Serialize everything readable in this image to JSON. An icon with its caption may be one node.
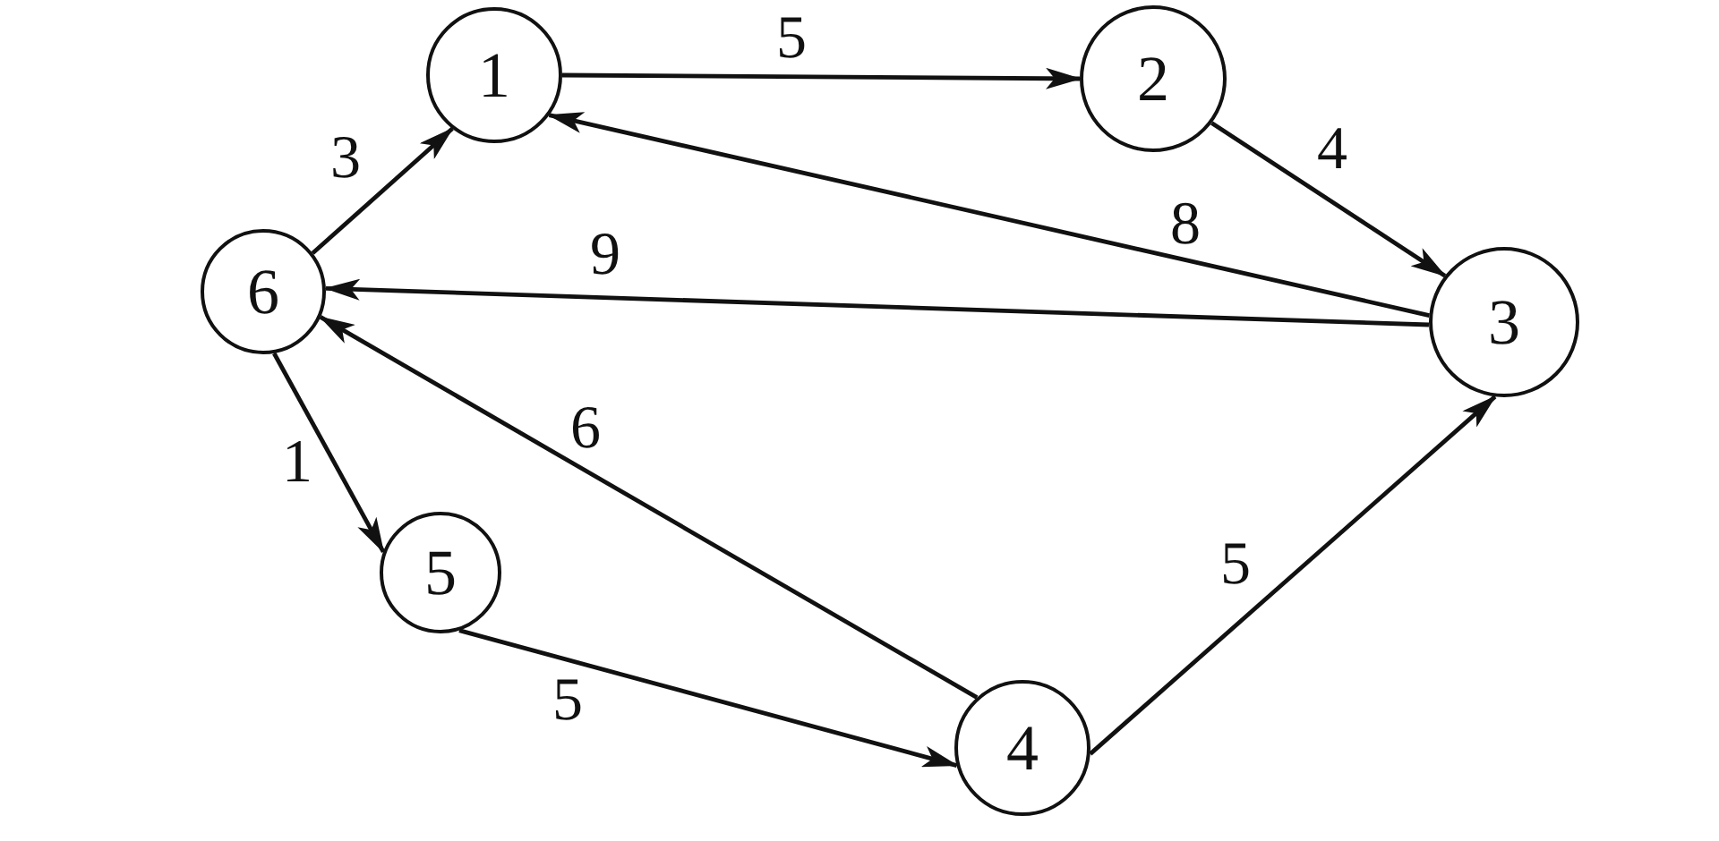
{
  "diagram": {
    "nodes": [
      {
        "text": [
          "1"
        ]
      },
      {
        "text": [
          "2"
        ]
      },
      {
        "text": [
          "3"
        ]
      },
      {
        "text": [
          "4"
        ]
      },
      {
        "text": [
          "5"
        ]
      },
      {
        "text": [
          "6"
        ]
      }
    ],
    "edges": [
      {
        "from": 0,
        "to": 1,
        "arrow": "to",
        "label": "5"
      },
      {
        "from": 1,
        "to": 2,
        "arrow": "to",
        "label": "4"
      },
      {
        "from": 2,
        "to": 0,
        "arrow": "to",
        "label": "8"
      },
      {
        "from": 2,
        "to": 5,
        "arrow": "to",
        "label": "9"
      },
      {
        "from": 5,
        "to": 0,
        "arrow": "to",
        "label": "3"
      },
      {
        "from": 5,
        "to": 4,
        "arrow": "to",
        "label": "1"
      },
      {
        "from": 4,
        "to": 3,
        "arrow": "to",
        "label": "5"
      },
      {
        "from": 3,
        "to": 5,
        "arrow": "to",
        "label": "6"
      },
      {
        "from": 3,
        "to": 2,
        "arrow": "to",
        "label": "5"
      }
    ]
  }
}
